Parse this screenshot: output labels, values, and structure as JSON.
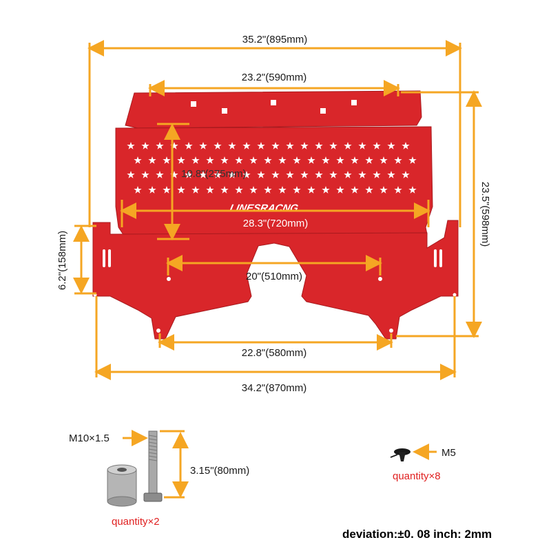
{
  "dimensions": {
    "overall_top_width": "35.2\"(895mm)",
    "top_plate_width": "23.2\"(590mm)",
    "total_height": "23.5\"(598mm)",
    "star_panel_height": "10.8\"(275mm)",
    "panel_width": "28.3\"(720mm)",
    "bracket_height": "6.2\"(158mm)",
    "inner_hole_span": "20\"(510mm)",
    "lower_hole_span": "22.8\"(580mm)",
    "overall_bottom_width": "34.2\"(870mm)"
  },
  "logo": {
    "text": "LINESRACNG"
  },
  "hardware": {
    "bolt_label": "M10×1.5",
    "bolt_length": "3.15\"(80mm)",
    "bolt_quantity": "quantity×2",
    "screw_label": "M5",
    "screw_quantity": "quantity×8"
  },
  "footer_note": "deviation:±0. 08 inch: 2mm",
  "colors": {
    "plate": "#d9262a",
    "dimension_lines": "#f5a623",
    "quantity_text": "#e02020"
  }
}
